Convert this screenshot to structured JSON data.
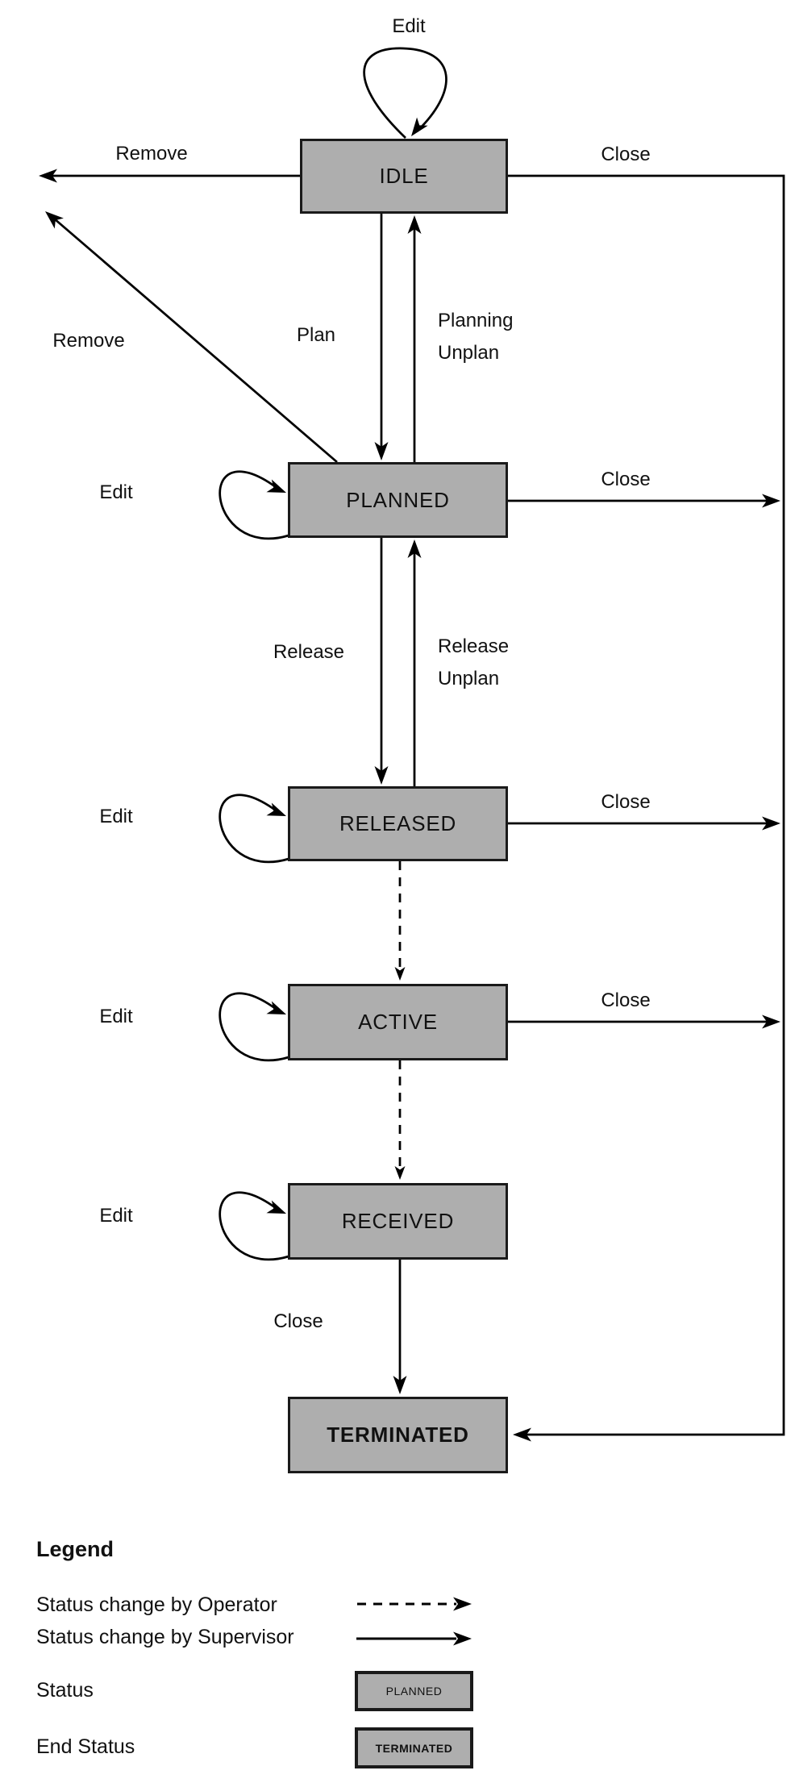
{
  "diagram": {
    "states": {
      "idle": "IDLE",
      "planned": "PLANNED",
      "released": "RELEASED",
      "active": "ACTIVE",
      "received": "RECEIVED",
      "terminated": "TERMINATED"
    },
    "transition_labels": {
      "edit": "Edit",
      "remove": "Remove",
      "close": "Close",
      "plan": "Plan",
      "planning": "Planning",
      "unplan": "Unplan",
      "release": "Release"
    }
  },
  "legend": {
    "title": "Legend",
    "operator_label": "Status change by Operator",
    "supervisor_label": "Status change by Supervisor",
    "status_label": "Status",
    "end_status_label": "End Status",
    "status_box": "PLANNED",
    "end_status_box": "TERMINATED"
  },
  "colors": {
    "state_fill": "#aeaeae",
    "state_border": "#1a1a1a",
    "line": "#000000",
    "background": "#ffffff"
  }
}
